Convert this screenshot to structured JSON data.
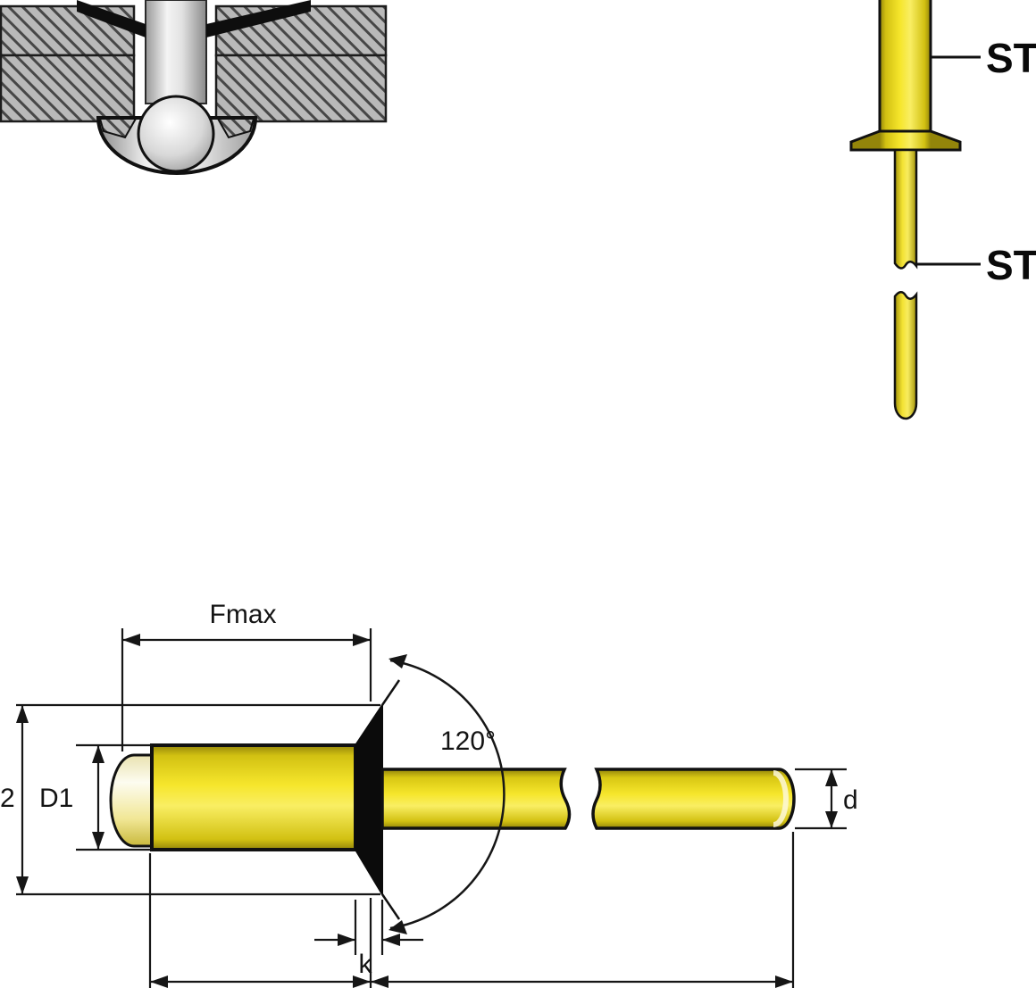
{
  "colors": {
    "rivet_yellow": "#F2E11E",
    "rivet_yellow_shadow": "#93850A",
    "outline_black": "#111111",
    "plate_gray": "#B9B9B9",
    "steel_silver": "#D8D8D8",
    "background": "#FFFFFF"
  },
  "side_view": {
    "callouts": [
      {
        "label": "ST"
      },
      {
        "label": "ST"
      }
    ]
  },
  "dimension_view": {
    "labels": {
      "fmax": "Fmax",
      "angle": "120°",
      "d2_partial": "2",
      "d1": "D1",
      "d": "d",
      "k": "k"
    }
  }
}
